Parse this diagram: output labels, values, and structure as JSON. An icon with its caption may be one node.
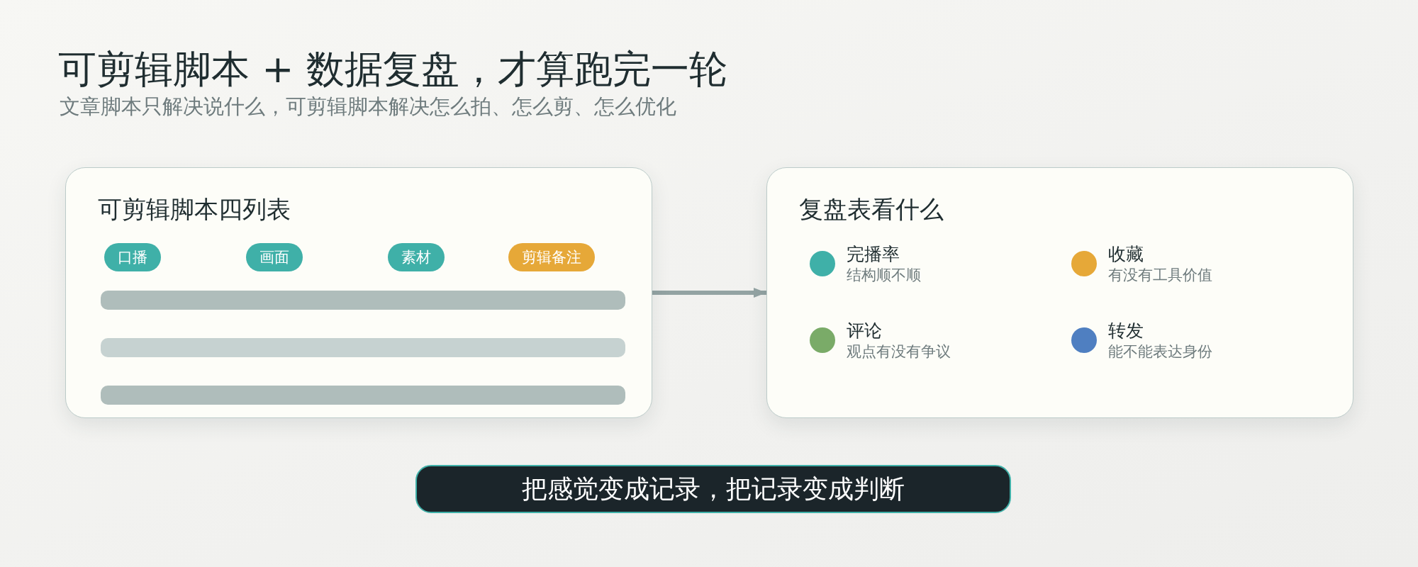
{
  "diagram": {
    "title": "可剪辑脚本 + 数据复盘，才算跑完一轮",
    "nodes": [
      {
        "text": [
          "可剪辑脚本四列表"
        ]
      },
      {
        "text": [
          "口播"
        ],
        "in": 0
      },
      {
        "text": [
          "画面"
        ],
        "in": 0
      },
      {
        "text": [
          "素材"
        ],
        "in": 0
      },
      {
        "text": [
          "剪辑备注"
        ],
        "in": 0
      },
      {
        "text": [],
        "shape": "bar",
        "in": 0
      },
      {
        "text": [],
        "shape": "bar",
        "in": 0
      },
      {
        "text": [],
        "shape": "bar",
        "in": 0
      },
      {
        "text": [
          "复盘表看什么"
        ]
      },
      {
        "text": [
          "完播率",
          "结构顺不顺"
        ],
        "in": 8
      },
      {
        "text": [
          "收藏",
          "有没有工具价值"
        ],
        "in": 8
      },
      {
        "text": [
          "评论",
          "观点有没有争议"
        ],
        "in": 8
      },
      {
        "text": [
          "转发",
          "能不能表达身份"
        ],
        "in": 8
      },
      {
        "text": [
          "把感觉变成记录，把记录变成判断"
        ]
      }
    ],
    "edges": [
      {
        "from": 0,
        "to": 8,
        "arrow": "to"
      }
    ],
    "labels": [
      "文章脚本只解决说什么，可剪辑脚本解决怎么拍、怎么剪、怎么优化"
    ]
  }
}
